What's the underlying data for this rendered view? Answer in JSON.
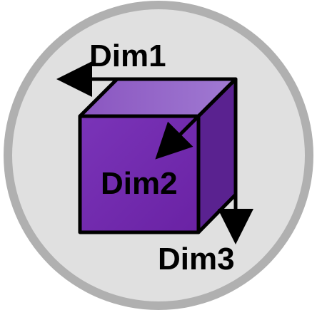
{
  "labels": {
    "dim1": "Dim1",
    "dim2": "Dim2",
    "dim3": "Dim3"
  },
  "colors": {
    "outer_ring": "#b0b0b0",
    "inner_disc": "#e0e0e0",
    "cube_front": "#7a2fb4",
    "cube_top": "#9160c2",
    "cube_side": "#5a2290",
    "outline": "#000000"
  }
}
